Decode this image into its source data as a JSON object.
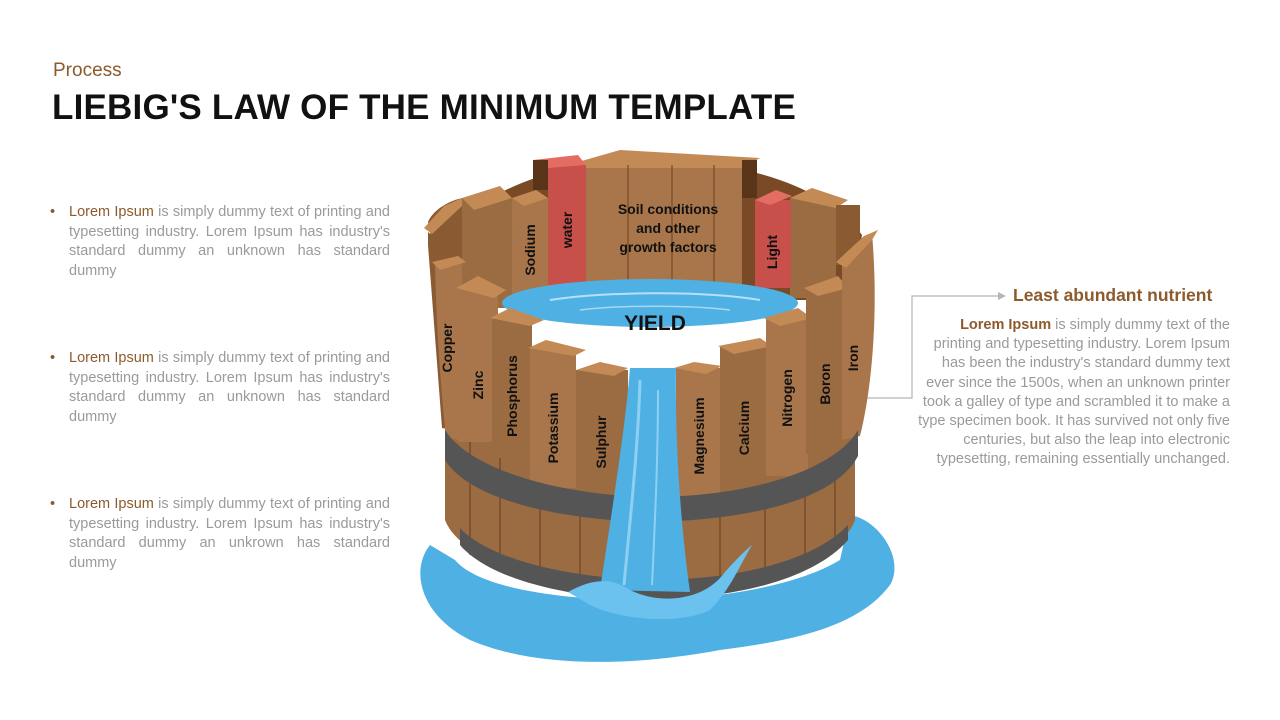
{
  "header": {
    "category": "Process",
    "title": "LIEBIG'S LAW OF THE MINIMUM TEMPLATE"
  },
  "bullets": [
    {
      "lead": "Lorem Ipsum",
      "text": " is simply dummy text of printing and typesetting industry. Lorem Ipsum has industry's standard dummy an unknown has standard dummy"
    },
    {
      "lead": "Lorem Ipsum",
      "text": " is simply dummy text of printing and typesetting industry. Lorem Ipsum has industry's standard dummy an unknown has standard dummy"
    },
    {
      "lead": "Lorem Ipsum",
      "text": " is simply dummy text of printing and typesetting industry. Lorem Ipsum has industry's standard dummy an unkrown has standard dummy"
    }
  ],
  "callout": {
    "heading": "Least abundant nutrient",
    "lead": "Lorem Ipsum",
    "text": " is simply dummy text of the printing and typesetting industry. Lorem Ipsum has been the industry's standard dummy text ever since the 1500s, when an unknown printer took a galley of type and scrambled it to make a type specimen book. It has survived not only five centuries, but also the leap into electronic typesetting, remaining essentially unchanged."
  },
  "barrel": {
    "yield_label": "YIELD",
    "back_label": [
      "Soil conditions",
      "and other",
      "growth factors"
    ],
    "staves": {
      "sodium": "Sodium",
      "water": "water",
      "light": "Light",
      "copper": "Copper",
      "zinc": "Zinc",
      "phosphorus": "Phosphorus",
      "potassium": "Potassium",
      "sulphur": "Sulphur",
      "magnesium": "Magnesium",
      "calcium": "Calcium",
      "nitrogen": "Nitrogen",
      "boron": "Boron",
      "iron": "Iron"
    }
  },
  "colors": {
    "wood": "#a8764a",
    "wood_dark": "#6e4424",
    "wood_top": "#c38a55",
    "stave_red": "#c8504a",
    "stave_red_top": "#e46d63",
    "water": "#4fb0e3",
    "band": "#555555",
    "accent": "#8c5a2b"
  }
}
